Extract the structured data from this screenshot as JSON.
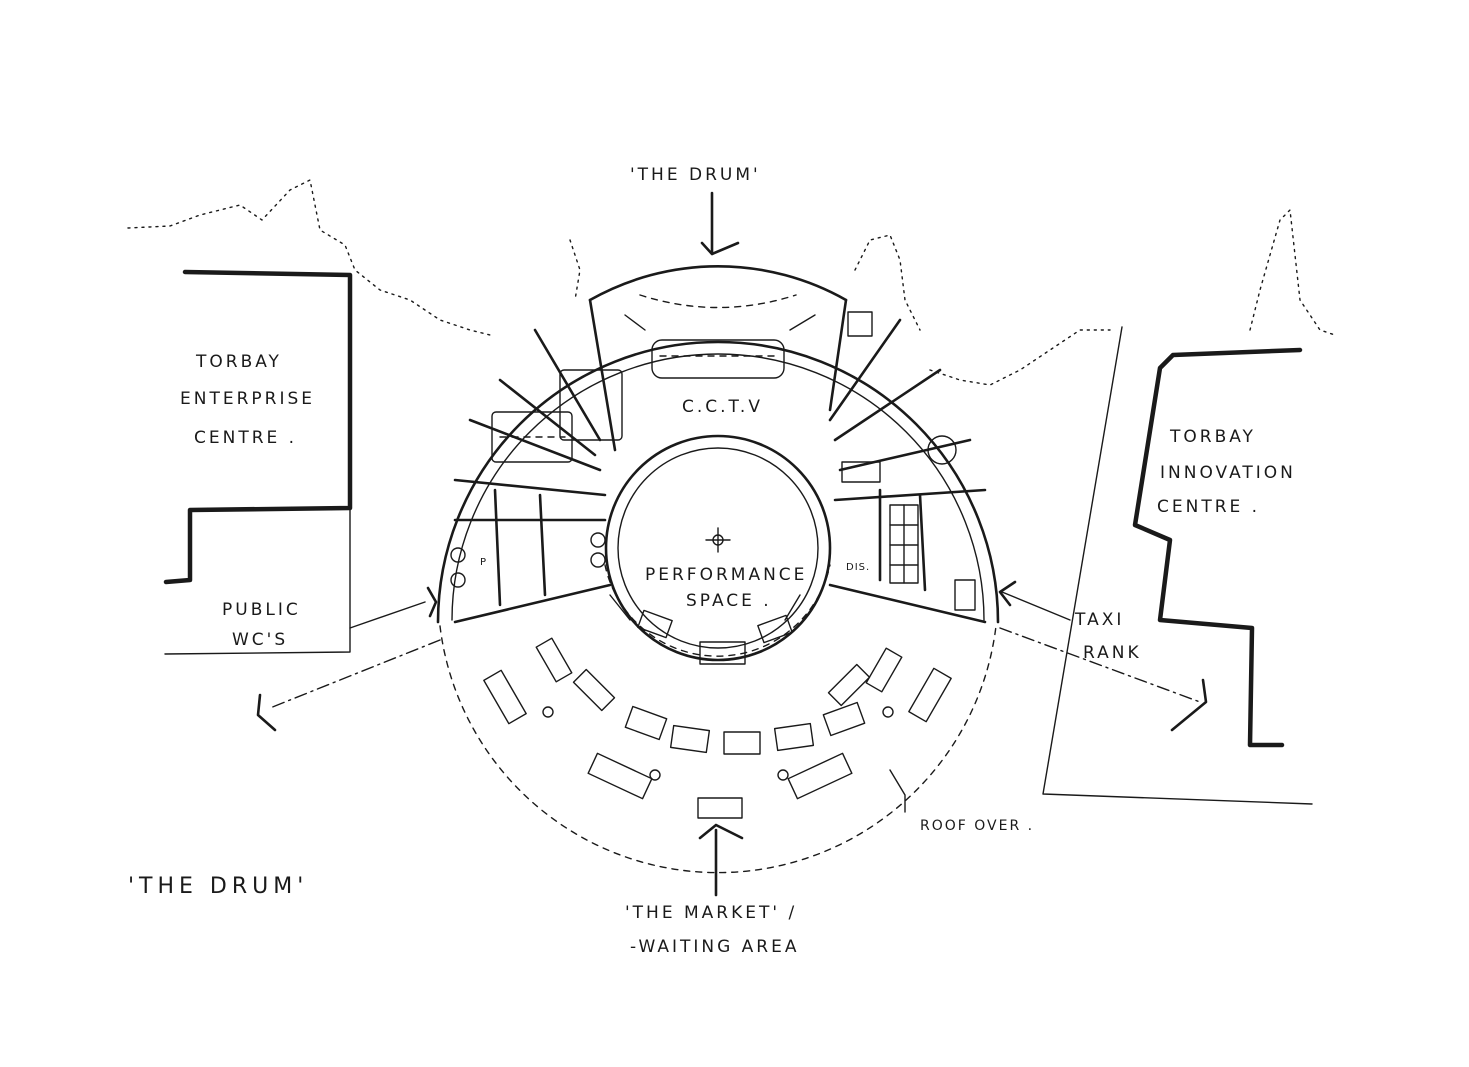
{
  "title_top": "'THE DRUM'",
  "title_bottom_left": "'THE DRUM'",
  "buildings": {
    "enterprise_centre": [
      "TORBAY",
      "ENTERPRISE",
      "CENTRE ."
    ],
    "innovation_centre": [
      "TORBAY",
      "INNOVATION",
      "CENTRE ."
    ]
  },
  "rooms": {
    "cctv": "C.C.T.V",
    "performance_space": [
      "PERFORMANCE",
      "SPACE ."
    ],
    "dis": "DIS.",
    "p": "P"
  },
  "annotations": {
    "public_wcs": [
      "PUBLIC",
      "WC'S"
    ],
    "taxi_rank": [
      "TAXI",
      "RANK"
    ],
    "roof_over": "ROOF OVER .",
    "market": [
      "'THE MARKET' /",
      "-WAITING AREA"
    ]
  }
}
